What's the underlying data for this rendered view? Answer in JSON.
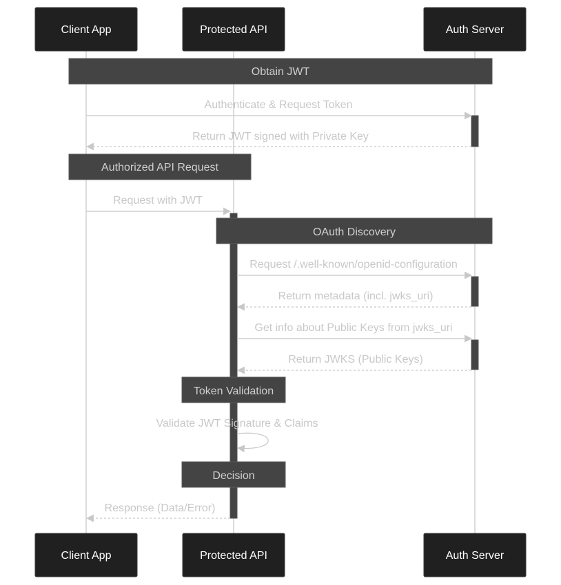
{
  "participants": {
    "client": "Client App",
    "api": "Protected API",
    "auth": "Auth Server"
  },
  "notes": {
    "obtain_jwt": "Obtain JWT",
    "authorized_request": "Authorized API Request",
    "oauth_discovery": "OAuth Discovery",
    "token_validation": "Token Validation",
    "decision": "Decision"
  },
  "messages": [
    {
      "from": "Client App",
      "to": "Auth Server",
      "label": "Authenticate & Request Token",
      "style": "solid"
    },
    {
      "from": "Auth Server",
      "to": "Client App",
      "label": "Return JWT signed with Private Key",
      "style": "dashed"
    },
    {
      "from": "Client App",
      "to": "Protected API",
      "label": "Request with JWT",
      "style": "solid"
    },
    {
      "from": "Protected API",
      "to": "Auth Server",
      "label": "Request /.well-known/openid-configuration",
      "style": "solid"
    },
    {
      "from": "Auth Server",
      "to": "Protected API",
      "label": "Return metadata (incl. jwks_uri)",
      "style": "dashed"
    },
    {
      "from": "Protected API",
      "to": "Auth Server",
      "label": "Get info about Public Keys from jwks_uri",
      "style": "solid"
    },
    {
      "from": "Auth Server",
      "to": "Protected API",
      "label": "Return JWKS (Public Keys)",
      "style": "dashed"
    },
    {
      "from": "Protected API",
      "to": "Protected API",
      "label": "Validate JWT Signature & Claims",
      "style": "solid"
    },
    {
      "from": "Protected API",
      "to": "Client App",
      "label": "Response (Data/Error)",
      "style": "dashed"
    }
  ],
  "colors": {
    "actor_fill": "#202020",
    "note_fill": "#444444",
    "note_border": "#5a5a5a",
    "lifeline": "#b8b8b8",
    "activation": "#444444",
    "message_line": "#c8c8c8",
    "message_text": "#c8c8c8"
  }
}
